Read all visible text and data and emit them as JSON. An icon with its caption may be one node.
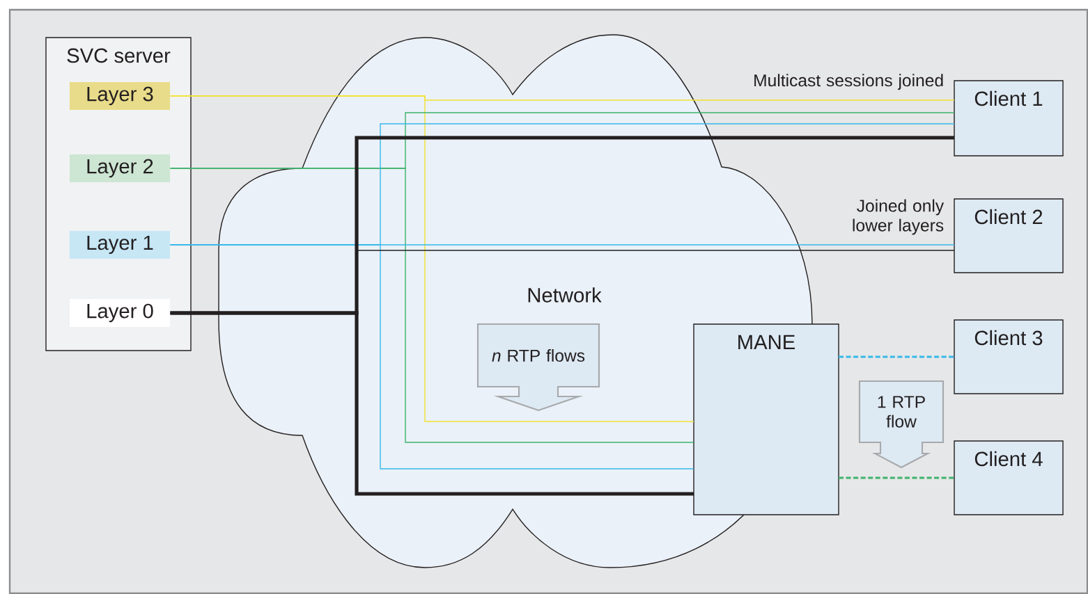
{
  "diagram": {
    "nodes": [
      {
        "text": [
          "SVC server"
        ]
      },
      {
        "text": [
          "Layer 3"
        ],
        "in": 0
      },
      {
        "text": [
          "Layer 2"
        ],
        "in": 0
      },
      {
        "text": [
          "Layer 1"
        ],
        "in": 0
      },
      {
        "text": [
          "Layer 0"
        ],
        "in": 0
      },
      {
        "text": [
          "Network"
        ]
      },
      {
        "text": [
          "*n* RTP flows"
        ],
        "in": 5
      },
      {
        "text": [
          "MANE"
        ]
      },
      {
        "text": [
          "Client 1"
        ]
      },
      {
        "text": [
          "Client 2"
        ]
      },
      {
        "text": [
          "Client 3"
        ]
      },
      {
        "text": [
          "Client 4"
        ]
      },
      {
        "text": [
          "1 RTP flow"
        ]
      }
    ],
    "edges": [
      {
        "from": 1,
        "to": 8,
        "arrow": "none",
        "color": "#f2e230"
      },
      {
        "from": 1,
        "to": 7,
        "arrow": "none",
        "color": "#f2e230"
      },
      {
        "from": 2,
        "to": 8,
        "arrow": "none",
        "color": "#3db36b"
      },
      {
        "from": 2,
        "to": 7,
        "arrow": "none",
        "color": "#3db36b"
      },
      {
        "from": 3,
        "to": 8,
        "arrow": "none",
        "color": "#36b8ea"
      },
      {
        "from": 3,
        "to": 9,
        "arrow": "none",
        "color": "#36b8ea"
      },
      {
        "from": 3,
        "to": 7,
        "arrow": "none",
        "color": "#36b8ea"
      },
      {
        "from": 4,
        "to": 8,
        "arrow": "none",
        "style": "thick",
        "color": "#231f20"
      },
      {
        "from": 4,
        "to": 9,
        "arrow": "none",
        "color": "#231f20"
      },
      {
        "from": 4,
        "to": 7,
        "arrow": "none",
        "style": "thick",
        "color": "#231f20"
      },
      {
        "from": 7,
        "to": 10,
        "arrow": "none",
        "style": "dashed",
        "color": "#36b8ea"
      },
      {
        "from": 7,
        "to": 11,
        "arrow": "none",
        "style": "dashed",
        "color": "#3db36b"
      }
    ],
    "labels": [
      "Multicast sessions joined",
      "Joined only lower layers"
    ]
  }
}
